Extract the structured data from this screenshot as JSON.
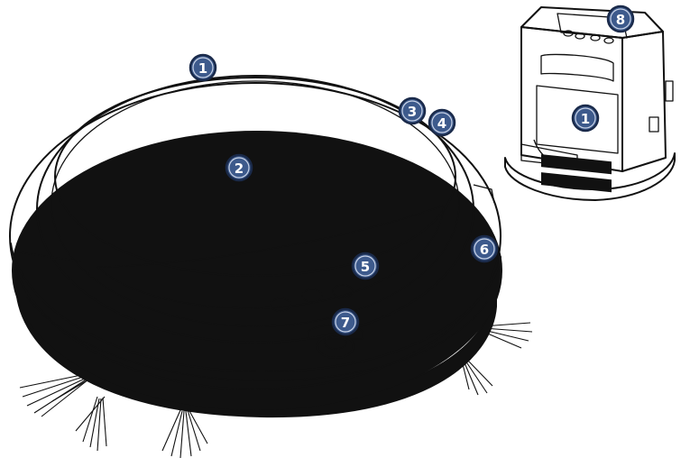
{
  "callouts": [
    {
      "id": "robot-top-edge",
      "label": "1"
    },
    {
      "id": "robot-lid",
      "label": "2"
    },
    {
      "id": "robot-rear-a",
      "label": "3"
    },
    {
      "id": "robot-rear-b",
      "label": "4"
    },
    {
      "id": "robot-control-panel",
      "label": "5"
    },
    {
      "id": "robot-bumper",
      "label": "6"
    },
    {
      "id": "robot-front-sensor",
      "label": "7"
    },
    {
      "id": "dock-display",
      "label": "8"
    },
    {
      "id": "dock-contacts",
      "label": "1"
    }
  ],
  "colors": {
    "callout_fill": "#3d5a8c",
    "control_panel_fill": "#b3b3b3",
    "outline": "#111111"
  }
}
